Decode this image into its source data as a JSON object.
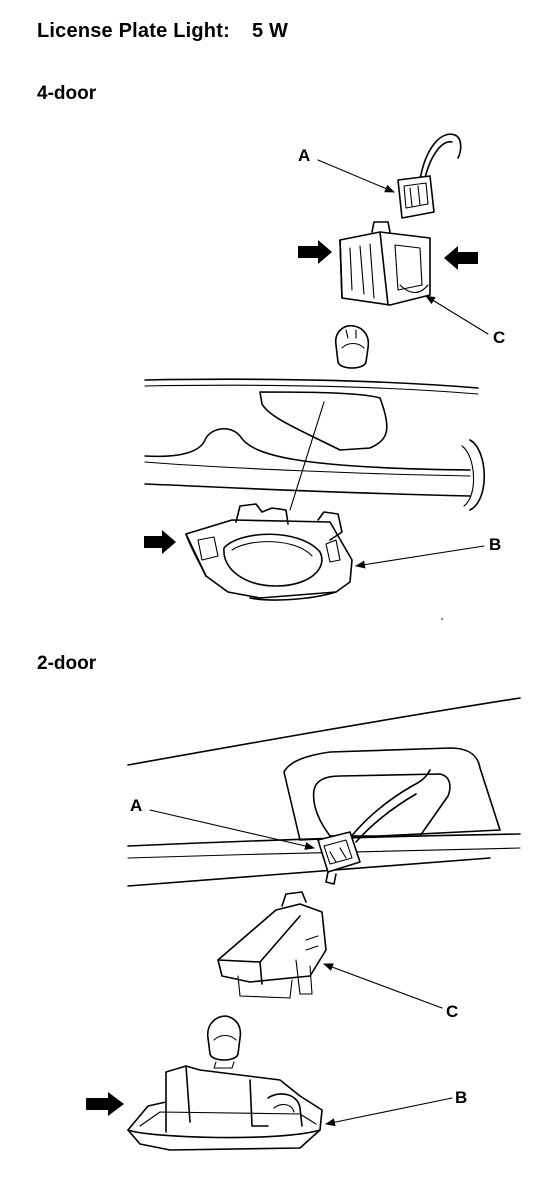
{
  "title": {
    "label": "License Plate Light:",
    "value": "5 W"
  },
  "sections": [
    {
      "label": "4-door",
      "callouts": {
        "a": "A",
        "b": "B",
        "c": "C"
      }
    },
    {
      "label": "2-door",
      "callouts": {
        "a": "A",
        "b": "B",
        "c": "C"
      }
    }
  ]
}
